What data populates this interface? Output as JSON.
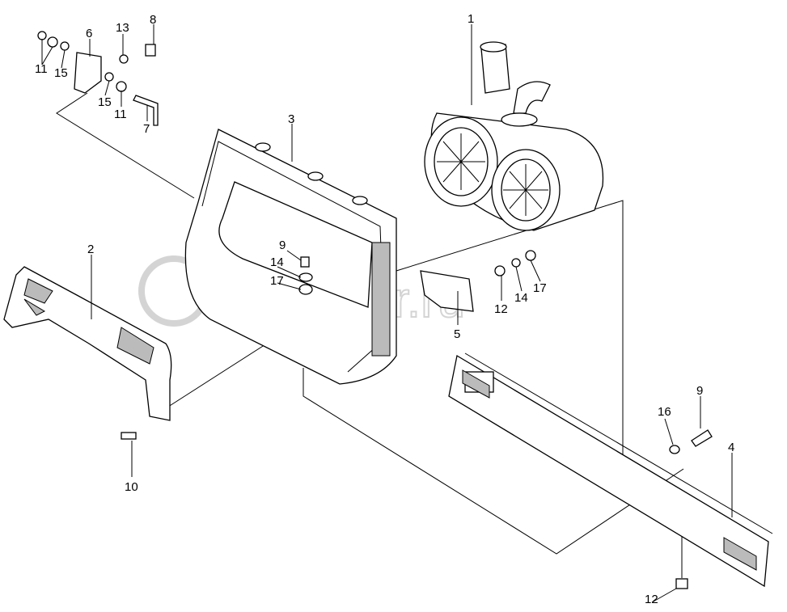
{
  "watermark": "autopiter.ru",
  "callouts": [
    {
      "id": "c1",
      "text": "1"
    },
    {
      "id": "c2",
      "text": "2"
    },
    {
      "id": "c3",
      "text": "3"
    },
    {
      "id": "c4",
      "text": "4"
    },
    {
      "id": "c5",
      "text": "5"
    },
    {
      "id": "c6",
      "text": "6"
    },
    {
      "id": "c7",
      "text": "7"
    },
    {
      "id": "c8",
      "text": "8"
    },
    {
      "id": "c9a",
      "text": "9"
    },
    {
      "id": "c9b",
      "text": "9"
    },
    {
      "id": "c10",
      "text": "10"
    },
    {
      "id": "c11a",
      "text": "11"
    },
    {
      "id": "c11b",
      "text": "11"
    },
    {
      "id": "c12a",
      "text": "12"
    },
    {
      "id": "c12b",
      "text": "12"
    },
    {
      "id": "c13",
      "text": "13"
    },
    {
      "id": "c14a",
      "text": "14"
    },
    {
      "id": "c14b",
      "text": "14"
    },
    {
      "id": "c15a",
      "text": "15"
    },
    {
      "id": "c15b",
      "text": "15"
    },
    {
      "id": "c16",
      "text": "16"
    },
    {
      "id": "c17a",
      "text": "17"
    },
    {
      "id": "c17b",
      "text": "17"
    }
  ]
}
